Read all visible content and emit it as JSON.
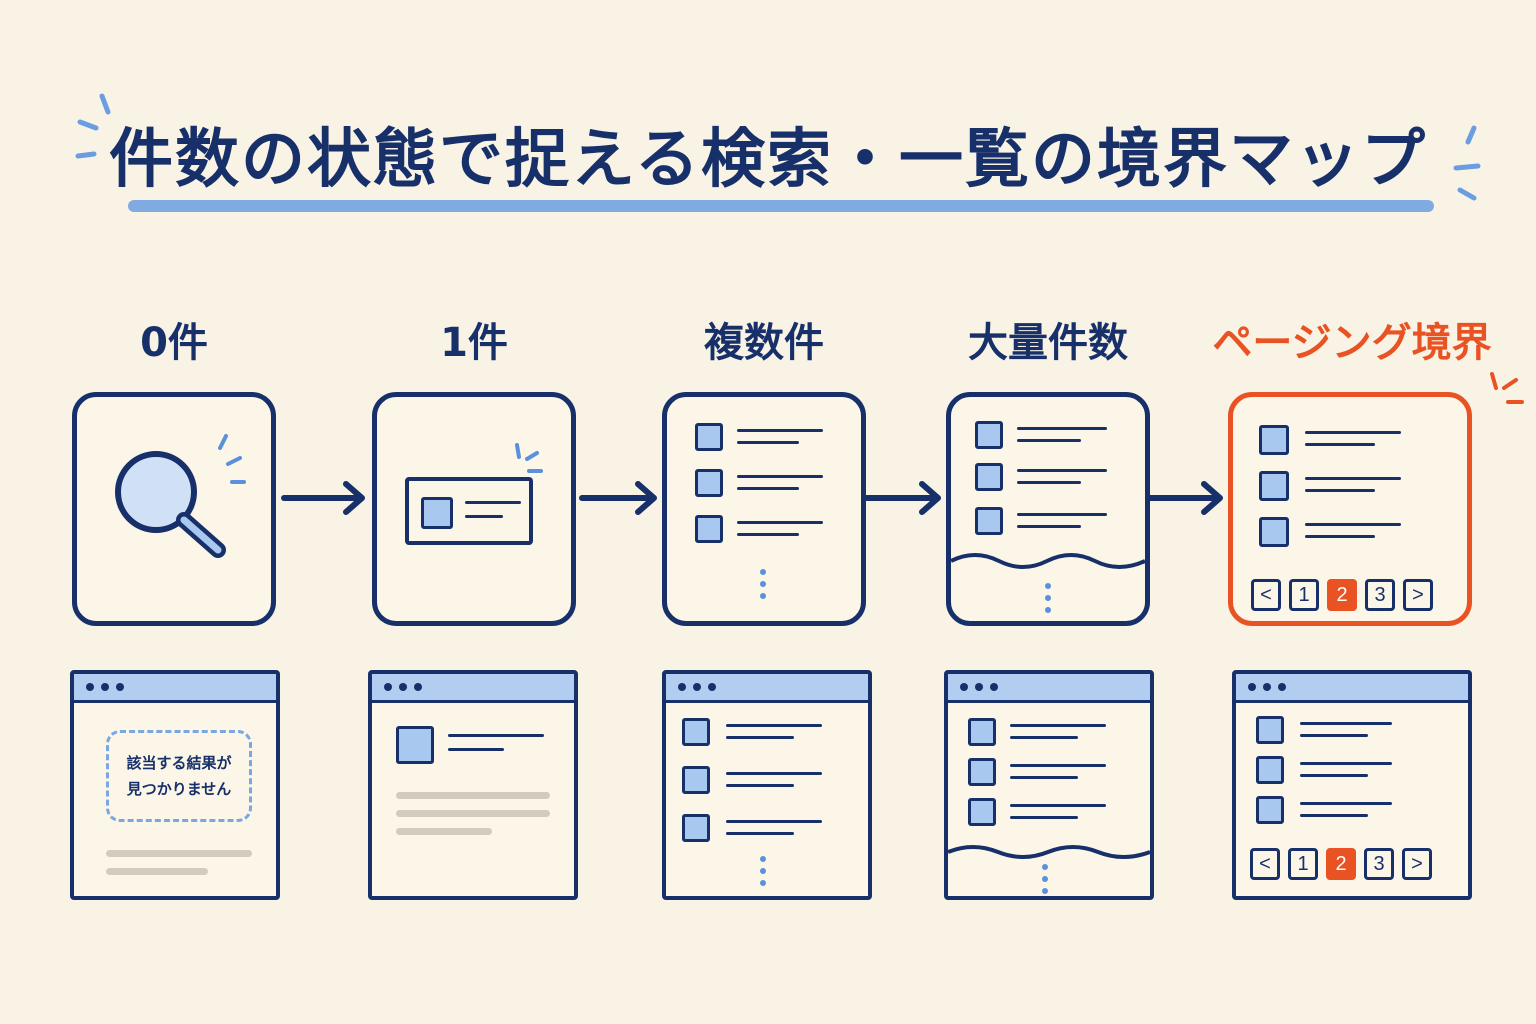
{
  "title": "件数の状態で捉える検索・一覧の境界マップ",
  "columns": [
    {
      "label": "0件"
    },
    {
      "label": "1件"
    },
    {
      "label": "複数件"
    },
    {
      "label": "大量件数"
    },
    {
      "label": "ページング境界"
    }
  ],
  "empty_state": {
    "line1": "該当する結果が",
    "line2": "見つかりません"
  },
  "pagination": {
    "prev": "<",
    "pages": [
      "1",
      "2",
      "3"
    ],
    "active_page": "2",
    "next": ">"
  },
  "colors": {
    "background": "#f8f3e4",
    "ink": "#17306a",
    "accent": "#e95324",
    "highlight": "#6a9ee0",
    "item_fill": "#a9c8f0"
  },
  "icons": [
    "magnifier-icon",
    "arrow-right-icon",
    "sparkle-icon"
  ]
}
